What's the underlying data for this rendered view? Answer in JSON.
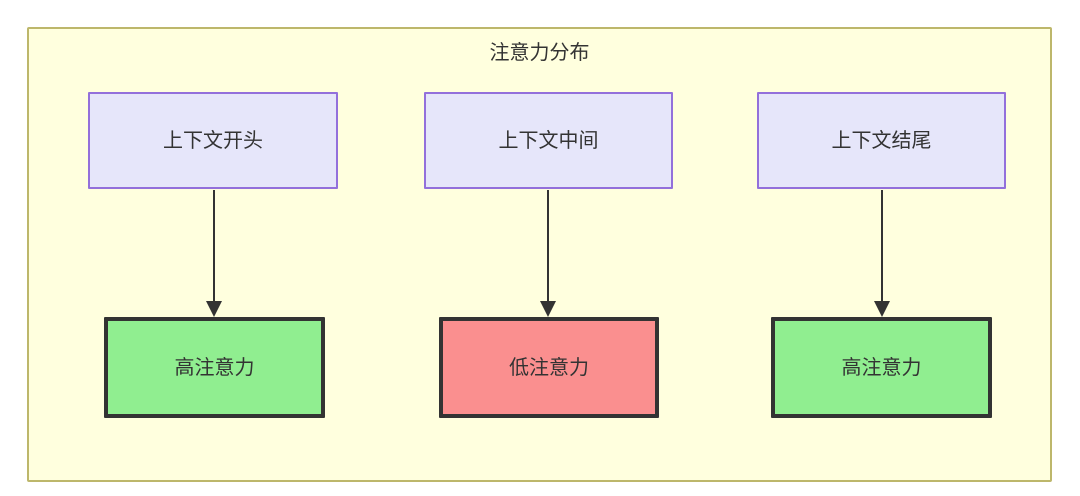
{
  "diagram": {
    "title": "注意力分布",
    "container": {
      "fill": "#ffffde",
      "border": "#bdb76b"
    },
    "nodes": [
      {
        "id": "ctx-start",
        "label": "上下文开头",
        "role": "source",
        "fill": "#e6e6fa",
        "border": "#9370db"
      },
      {
        "id": "ctx-middle",
        "label": "上下文中间",
        "role": "source",
        "fill": "#e6e6fa",
        "border": "#9370db"
      },
      {
        "id": "ctx-end",
        "label": "上下文结尾",
        "role": "source",
        "fill": "#e6e6fa",
        "border": "#9370db"
      },
      {
        "id": "attn-high-1",
        "label": "高注意力",
        "role": "target",
        "fill": "#90ee90",
        "border": "#333333"
      },
      {
        "id": "attn-low",
        "label": "低注意力",
        "role": "target",
        "fill": "#fa8f8f",
        "border": "#333333"
      },
      {
        "id": "attn-high-2",
        "label": "高注意力",
        "role": "target",
        "fill": "#90ee90",
        "border": "#333333"
      }
    ],
    "edges": [
      {
        "from": "ctx-start",
        "to": "attn-high-1",
        "label": ""
      },
      {
        "from": "ctx-middle",
        "to": "attn-low",
        "label": ""
      },
      {
        "from": "ctx-end",
        "to": "attn-high-2",
        "label": ""
      }
    ]
  }
}
